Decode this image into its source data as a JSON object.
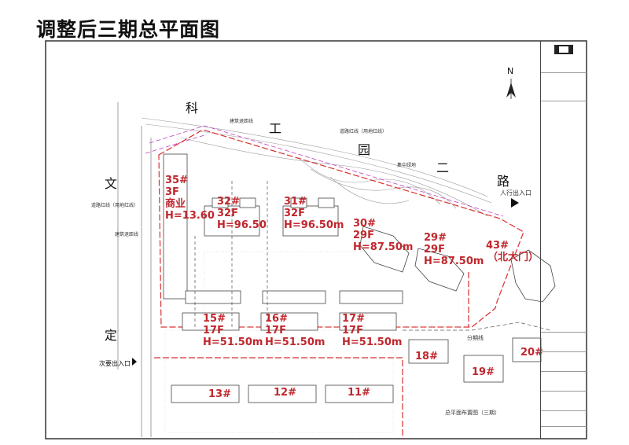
{
  "page_title": "调整后三期总平面图",
  "north": "N",
  "road_chars": {
    "ke": "科",
    "gong": "工",
    "yuan": "园",
    "er": "二",
    "lu": "路",
    "wen": "文",
    "ding": "定"
  },
  "labels": {
    "setback_top": "建筑退距线",
    "red_line_top": "道路红线（用地红线）",
    "red_line_left": "道路红线（用地红线）",
    "setback_left": "建筑退距线",
    "green_strip": "集中绿地",
    "pedestrian_entrance": "人行出入口",
    "secondary_entrance": "次要出入口",
    "phase_line": "分期线",
    "plan_caption": "总平面布置图（三期）"
  },
  "buildings": {
    "b35": {
      "id": "35#",
      "floors": "3F",
      "use": "商业",
      "height": "H=13.60"
    },
    "b32": {
      "id": "32#",
      "floors": "32F",
      "height": "H=96.50"
    },
    "b31": {
      "id": "31#",
      "floors": "32F",
      "height": "H=96.50m"
    },
    "b30": {
      "id": "30#",
      "floors": "29F",
      "height": "H=87.50m"
    },
    "b29": {
      "id": "29#",
      "floors": "29F",
      "height": "H=87.50m"
    },
    "b43": {
      "id": "43#",
      "note": "（北大门）"
    },
    "b15": {
      "id": "15#",
      "floors": "17F",
      "height": "H=51.50m"
    },
    "b16": {
      "id": "16#",
      "floors": "17F",
      "height": "H=51.50m"
    },
    "b17": {
      "id": "17#",
      "floors": "17F",
      "height": "H=51.50m"
    },
    "b18": {
      "id": "18#"
    },
    "b19": {
      "id": "19#"
    },
    "b20": {
      "id": "20#"
    },
    "b13": {
      "id": "13#"
    },
    "b12": {
      "id": "12#"
    },
    "b11": {
      "id": "11#"
    }
  },
  "colors": {
    "label_red": "#c0272d",
    "red_line": "#d93030",
    "setback_magenta": "#c040c0",
    "linework": "#666666"
  }
}
